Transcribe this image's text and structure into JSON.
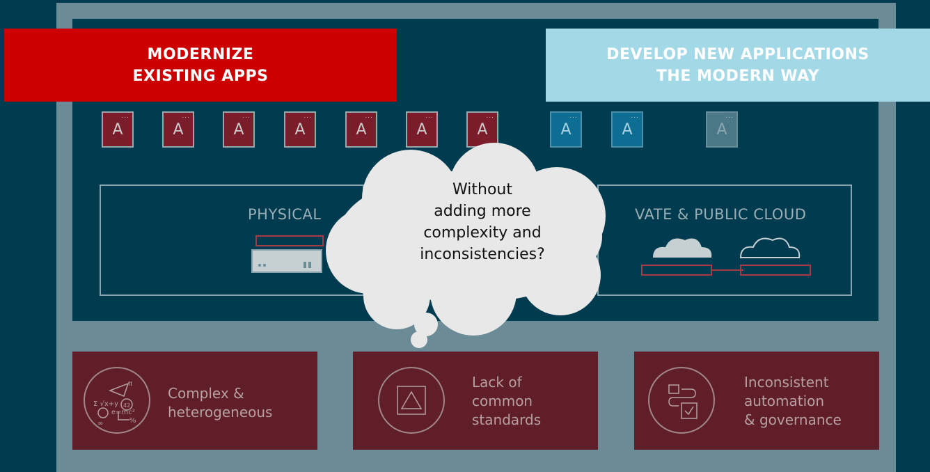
{
  "banners": {
    "modernize": "MODERNIZE\nEXISTING APPS",
    "develop": "DEVELOP NEW APPLICATIONS\nTHE MODERN WAY"
  },
  "app_tiles": {
    "letter": "A",
    "dots": "...",
    "tiles": [
      {
        "kind": "modernize"
      },
      {
        "kind": "modernize"
      },
      {
        "kind": "modernize"
      },
      {
        "kind": "modernize"
      },
      {
        "kind": "modernize"
      },
      {
        "kind": "modernize"
      },
      {
        "kind": "modernize"
      },
      {
        "kind": "new"
      },
      {
        "kind": "new"
      },
      {
        "kind": "faded"
      }
    ]
  },
  "infrastructure": {
    "physical_label": "PHYSICAL",
    "cloud_label": "VATE &  PUBLIC CLOUD"
  },
  "thought_bubble": {
    "text": "Without\nadding more\ncomplexity and\ninconsistencies?"
  },
  "challenges": [
    {
      "icon": "math-formulas-icon",
      "text": "Complex &\nheterogeneous"
    },
    {
      "icon": "triangle-square-icon",
      "text": "Lack of\ncommon\nstandards"
    },
    {
      "icon": "workflow-checkbox-icon",
      "text": "Inconsistent\nautomation\n& governance"
    }
  ],
  "colors": {
    "background": "#003b4f",
    "frame": "#6b8b97",
    "modernize_red": "#cc0000",
    "develop_cyan": "#a3d9e6",
    "card_maroon": "#5f1e28"
  }
}
